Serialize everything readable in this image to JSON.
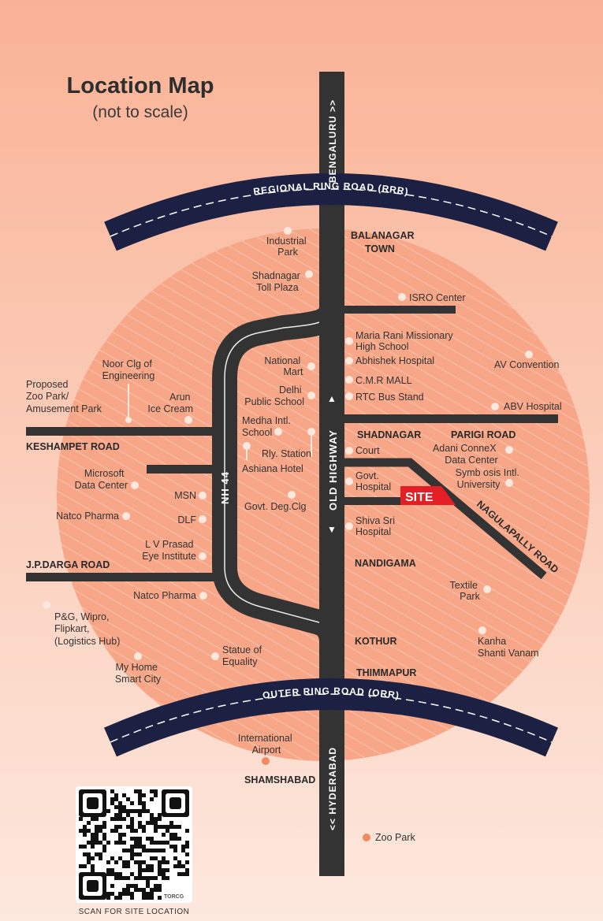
{
  "title": "Location Map",
  "subtitle": "(not to scale)",
  "roads": {
    "rrr": "REGIONAL RING ROAD (RRR)",
    "orr": "OUTER RING ROAD (ORR)",
    "nh44": "NH 44",
    "old_highway": "OLD HIGHWAY",
    "bengaluru": "BENGALURU >>",
    "hyderabad": "<< HYDERABAD",
    "nagulapally": "NAGULAPALLY ROAD",
    "keshampet": "KESHAMPET ROAD",
    "jp_darga": "J.P.DARGA ROAD",
    "parigi": "PARIGI ROAD"
  },
  "site_label": "SITE",
  "places": {
    "balanagar": [
      "BALANAGAR",
      "TOWN"
    ],
    "shadnagar": "SHADNAGAR",
    "nandigama": "NANDIGAMA",
    "kothur": "KOTHUR",
    "thimmapur": "THIMMAPUR",
    "shamshabad": "SHAMSHABAD"
  },
  "landmarks": {
    "industrial_park": [
      "Industrial",
      "Park"
    ],
    "toll_plaza": [
      "Shadnagar",
      "Toll Plaza"
    ],
    "isro": "ISRO Center",
    "maria_rani": [
      "Maria Rani Missionary",
      "High School"
    ],
    "abhishek": "Abhishek Hospital",
    "cmr": "C.M.R MALL",
    "rtc": "RTC Bus Stand",
    "national_mart": [
      "National",
      "Mart"
    ],
    "delhi_school": [
      "Delhi",
      "Public School"
    ],
    "medha": [
      "Medha Intl.",
      "School"
    ],
    "rly_station": "Rly. Station",
    "ashiana": "Ashiana Hotel",
    "av_convention": "AV Convention",
    "abv": "ABV Hospital",
    "court": "Court",
    "adani": [
      "Adani ConneX",
      "Data Center"
    ],
    "symbiosis": [
      "Symb osis Intl.",
      "University"
    ],
    "govt_hospital": [
      "Govt.",
      "Hospital"
    ],
    "shiva_sri": [
      "Shiva Sri",
      "Hospital"
    ],
    "govt_deg": "Govt. Deg.Clg",
    "noor": [
      "Noor Clg of",
      "Engineering"
    ],
    "zoo_proposed": [
      "Proposed",
      "Zoo Park/",
      "Amusement Park"
    ],
    "arun": [
      "Arun",
      "Ice Cream"
    ],
    "microsoft": [
      "Microsoft",
      "Data Center"
    ],
    "msn": "MSN",
    "natco1": "Natco Pharma",
    "dlf": "DLF",
    "lv_prasad": [
      "L V Prasad",
      "Eye Institute"
    ],
    "natco2": "Natco Pharma",
    "pg": [
      "P&G, Wipro,",
      "Flipkart,",
      "(Logistics Hub)"
    ],
    "my_home": [
      "My Home",
      "Smart City"
    ],
    "statue": [
      "Statue of",
      "Equality"
    ],
    "textile": [
      "Textile",
      "Park"
    ],
    "kanha": [
      "Kanha",
      "Shanti Vanam"
    ],
    "airport": [
      "International",
      "Airport"
    ],
    "zoo_park": "Zoo Park"
  },
  "qr_caption": "SCAN FOR SITE LOCATION",
  "qr_brand": "TORCG",
  "colors": {
    "road": "#333333",
    "ring_road": "#1c2143",
    "site": "#e31e24",
    "circle": "#f8a98a",
    "bg_top": "#f9b295",
    "bg_bottom": "#fde6dc"
  }
}
